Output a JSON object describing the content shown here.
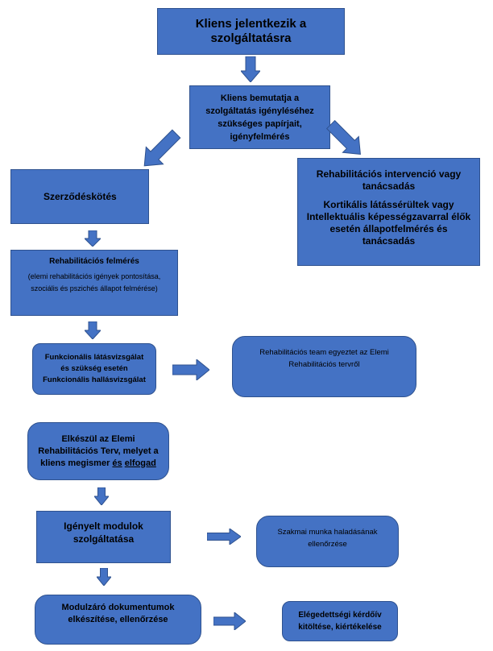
{
  "box1": {
    "text": "Kliens jelentkezik a szolgáltatásra"
  },
  "box2": {
    "text": "Kliens bemutatja a szolgáltatás igényléséhez szükséges papírjait, igényfelmérés"
  },
  "box3": {
    "text": "Szerződéskötés"
  },
  "box4": {
    "line1": "Rehabilitációs intervenció vagy tanácsadás",
    "line2": "Kortikális látássérültek vagy Intellektuális képességzavarral élők esetén állapotfelmérés és tanácsadás"
  },
  "box5": {
    "title": "Rehabilitációs felmérés",
    "note": "(elemi rehabilitációs igények pontosítása, szociális és pszichés állapot felmérése)"
  },
  "box6": {
    "text": "Funkcionális látásvizsgálat és szükség esetén Funkcionális hallásvizsgálat"
  },
  "box7": {
    "text": "Rehabilitációs team egyeztet az Elemi Rehabilitációs tervről"
  },
  "box8": {
    "text_a": "Elkészül az Elemi Rehabilitációs Terv, melyet a kliens megismer ",
    "text_u1": "és",
    "text_sp": " ",
    "text_u2": "elfogad"
  },
  "box9": {
    "text": "Igényelt modulok szolgáltatása"
  },
  "box10": {
    "text": "Szakmai munka haladásának ellenőrzése"
  },
  "box11": {
    "text": "Modulzáró dokumentumok elkészítése, ellenőrzése"
  },
  "box12": {
    "text": "Elégedettségi kérdőív kitöltése, kiértékelése"
  },
  "colors": {
    "fill": "#4472c4",
    "border": "#2f528f"
  }
}
